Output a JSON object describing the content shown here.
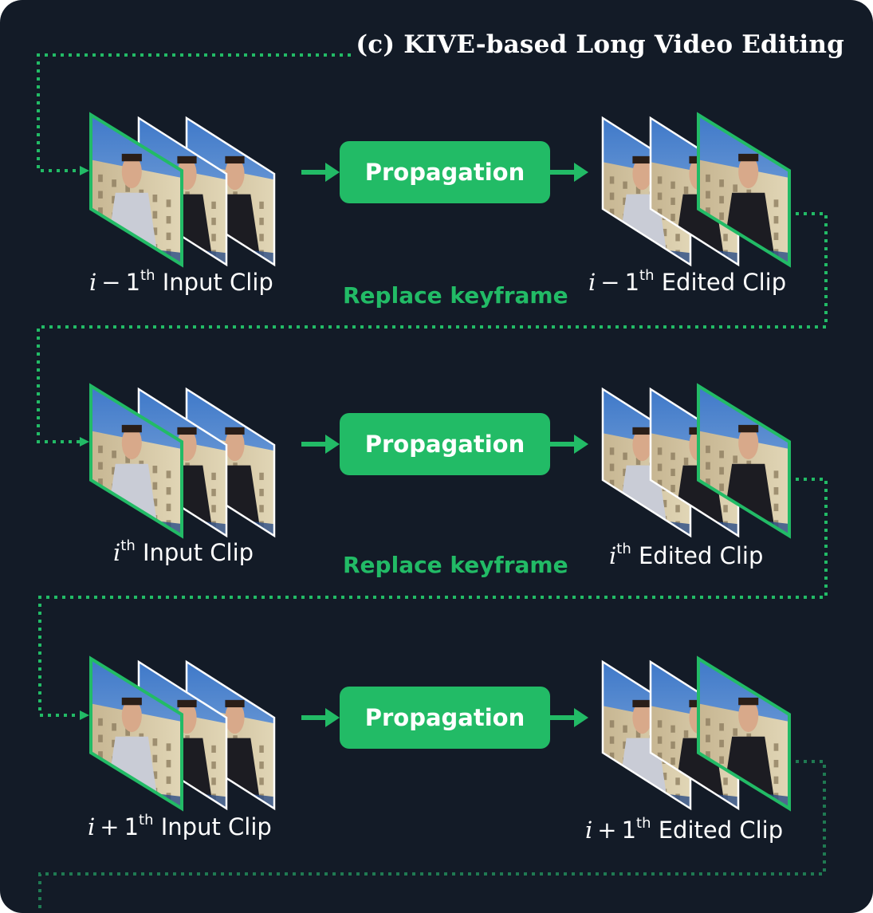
{
  "title": "(c) KIVE-based Long Video Editing",
  "colors": {
    "background": "#131b27",
    "accent": "#22bb66",
    "frame_border": "#ffffff",
    "keyframe_border": "#22bb66"
  },
  "rows": [
    {
      "input_label": {
        "prefix": "i",
        "op": "−",
        "num": "1",
        "sup": "th",
        "text": "Input Clip"
      },
      "process_label": "Propagation",
      "edited_label": {
        "prefix": "i",
        "op": "−",
        "num": "1",
        "sup": "th",
        "text": "Edited Clip"
      }
    },
    {
      "input_label": {
        "prefix": "i",
        "op": "",
        "num": "",
        "sup": "th",
        "text": "Input Clip"
      },
      "process_label": "Propagation",
      "edited_label": {
        "prefix": "i",
        "op": "",
        "num": "",
        "sup": "th",
        "text": "Edited Clip"
      }
    },
    {
      "input_label": {
        "prefix": "i",
        "op": "+",
        "num": "1",
        "sup": "th",
        "text": "Input Clip"
      },
      "process_label": "Propagation",
      "edited_label": {
        "prefix": "i",
        "op": "+",
        "num": "1",
        "sup": "th",
        "text": "Edited Clip"
      }
    }
  ],
  "transitions": [
    "Replace keyframe",
    "Replace keyframe"
  ]
}
